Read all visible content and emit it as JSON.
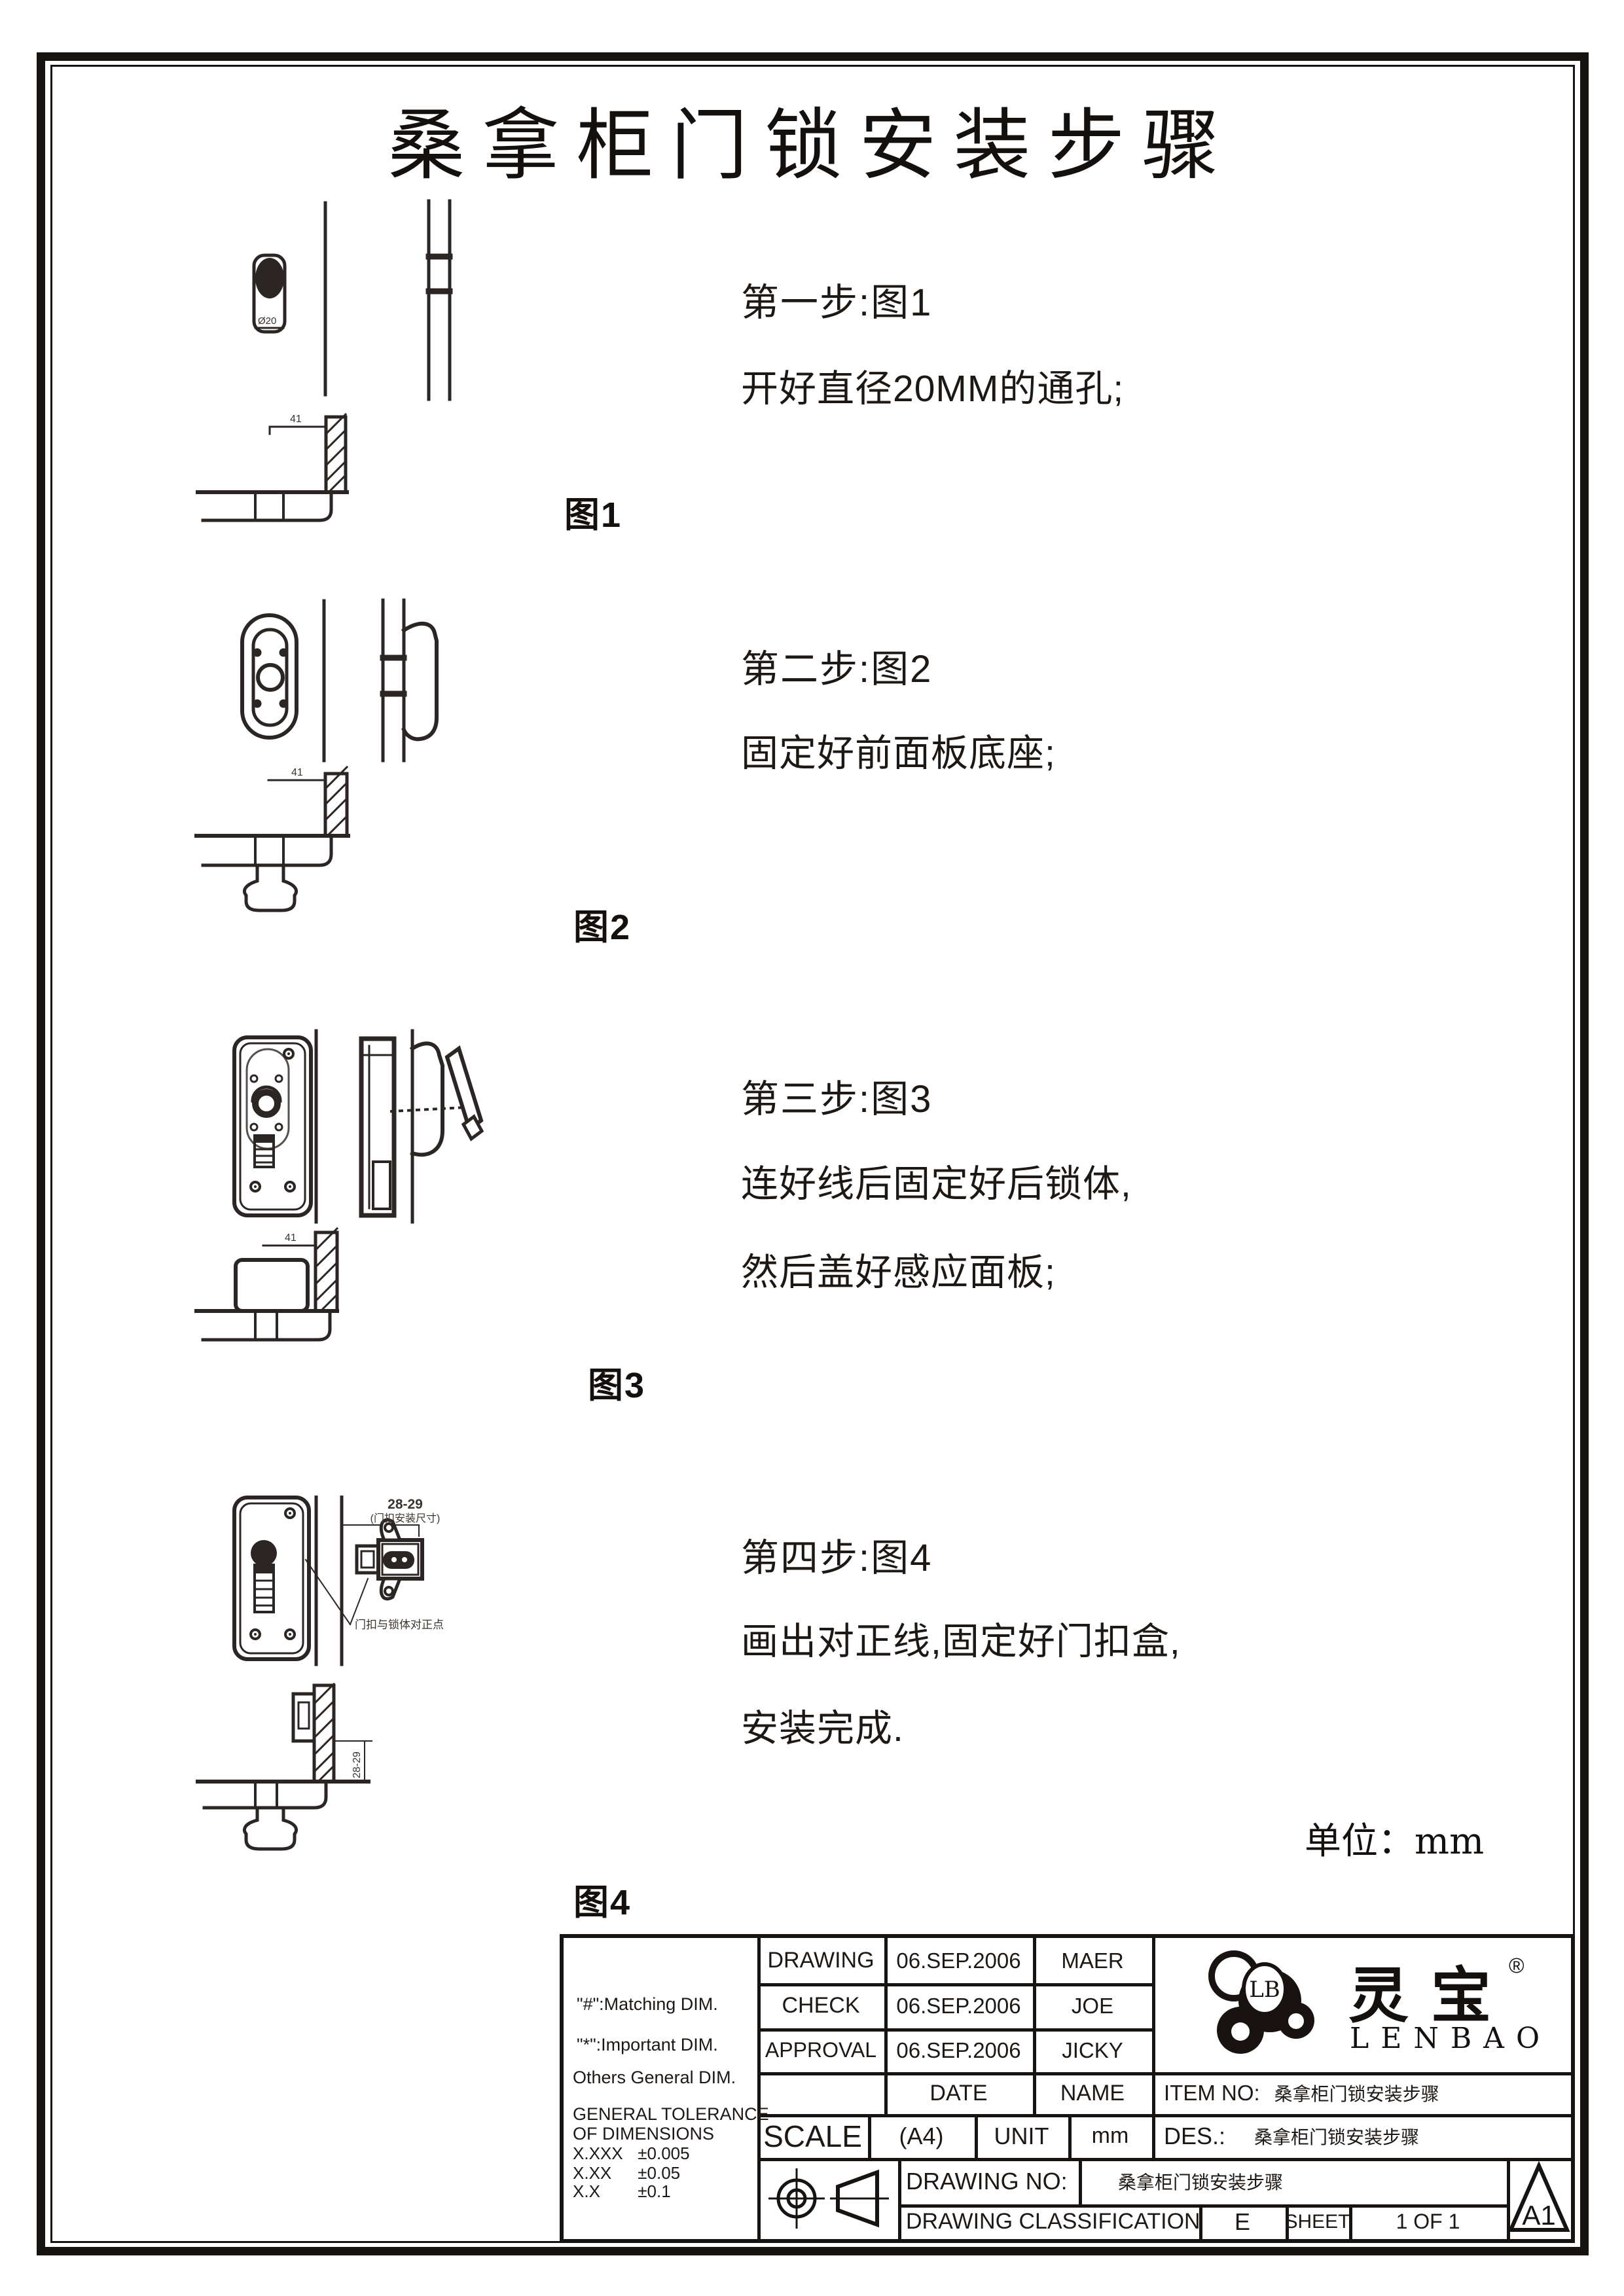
{
  "page": {
    "title": "桑拿柜门锁安装步骤",
    "unit_note": "单位：mm"
  },
  "steps": [
    {
      "heading": "第一步:图1",
      "lines": [
        "开好直径20MM的通孔;"
      ]
    },
    {
      "heading": "第二步:图2",
      "lines": [
        "固定好前面板底座;"
      ]
    },
    {
      "heading": "第三步:图3",
      "lines": [
        "连好线后固定好后锁体,",
        "然后盖好感应面板;"
      ]
    },
    {
      "heading": "第四步:图4",
      "lines": [
        "画出对正线,固定好门扣盒,",
        "安装完成."
      ]
    }
  ],
  "figures": {
    "f1": {
      "label": "图1",
      "dim_hole": "Ø20",
      "dim_depth": "41"
    },
    "f2": {
      "label": "图2",
      "dim_depth": "41"
    },
    "f3": {
      "label": "图3",
      "dim_depth": "41"
    },
    "f4": {
      "label": "图4",
      "dim_top": "28-29",
      "dim_top_note": "(门扣安装尺寸)",
      "align_note": "门扣与锁体对正点",
      "dim_side": "28-29"
    }
  },
  "title_block": {
    "notes": [
      "\"#\":Matching DIM.",
      "\"*\":Important DIM.",
      "Others General DIM."
    ],
    "tolerance_heading_1": "GENERAL TOLERANCE",
    "tolerance_heading_2": "OF DIMENSIONS",
    "tolerances": [
      {
        "prec": "X.XXX",
        "tol": "±0.005"
      },
      {
        "prec": "X.XX",
        "tol": "±0.05"
      },
      {
        "prec": "X.X",
        "tol": "±0.1"
      }
    ],
    "rows": [
      {
        "role": "DRAWING",
        "date": "06.SEP.2006",
        "name": "MAER"
      },
      {
        "role": "CHECK",
        "date": "06.SEP.2006",
        "name": "JOE"
      },
      {
        "role": "APPROVAL",
        "date": "06.SEP.2006",
        "name": "JICKY"
      }
    ],
    "date_label": "DATE",
    "name_label": "NAME",
    "scale_label": "SCALE",
    "paper": "(A4)",
    "unit_label": "UNIT",
    "unit_value": "mm",
    "item_no_label": "ITEM NO:",
    "item_no_value": "桑拿柜门锁安装步骤",
    "des_label": "DES.:",
    "des_value": "桑拿柜门锁安装步骤",
    "drawing_no_label": "DRAWING NO:",
    "drawing_no_value": "桑拿柜门锁安装步骤",
    "classification_label": "DRAWING CLASSIFICATION",
    "classification_value": "E",
    "sheet_label": "SHEET",
    "sheet_value": "1 OF 1",
    "size_code": "A1",
    "logo": {
      "lb": "LB",
      "cn": "灵宝",
      "reg": "®",
      "en": "LENBAO"
    }
  }
}
